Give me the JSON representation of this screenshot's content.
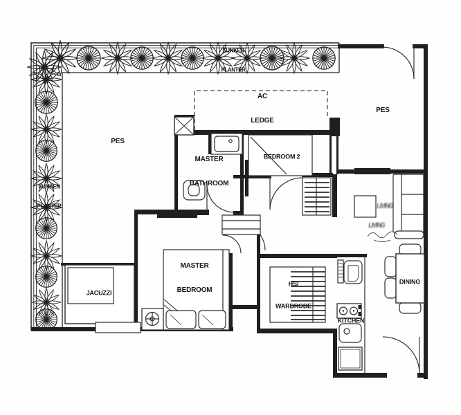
{
  "document": {
    "type": "floor-plan"
  },
  "labels": {
    "sunken_planter_top": {
      "line1": "SUNKEN",
      "line2": "PLANTER"
    },
    "sunken_planter_left": {
      "line1": "SUNKEN",
      "line2": "PLANTER"
    },
    "pes_left": "PES",
    "pes_right": "PES",
    "ac_ledge": {
      "line1": "AC",
      "line2": "LEDGE"
    },
    "bedroom_2": "BEDROOM 2",
    "master_bathroom": {
      "line1": "MASTER",
      "line2": "BATHROOM"
    },
    "master_bedroom": {
      "line1": "MASTER",
      "line2": "BEDROOM"
    },
    "jacuzzi": "JACUZZI",
    "hs_wardrobe": {
      "line1": "HS/",
      "line2": "WARDROBE"
    },
    "kitchen": "KITCHEN",
    "dining": "DINING",
    "living_watermark": {
      "line1": "LIVING",
      "line2": "LIVING"
    }
  },
  "colors": {
    "ink": "#1f1f1f",
    "line": "#2b2b2b",
    "background": "#ffffff"
  }
}
